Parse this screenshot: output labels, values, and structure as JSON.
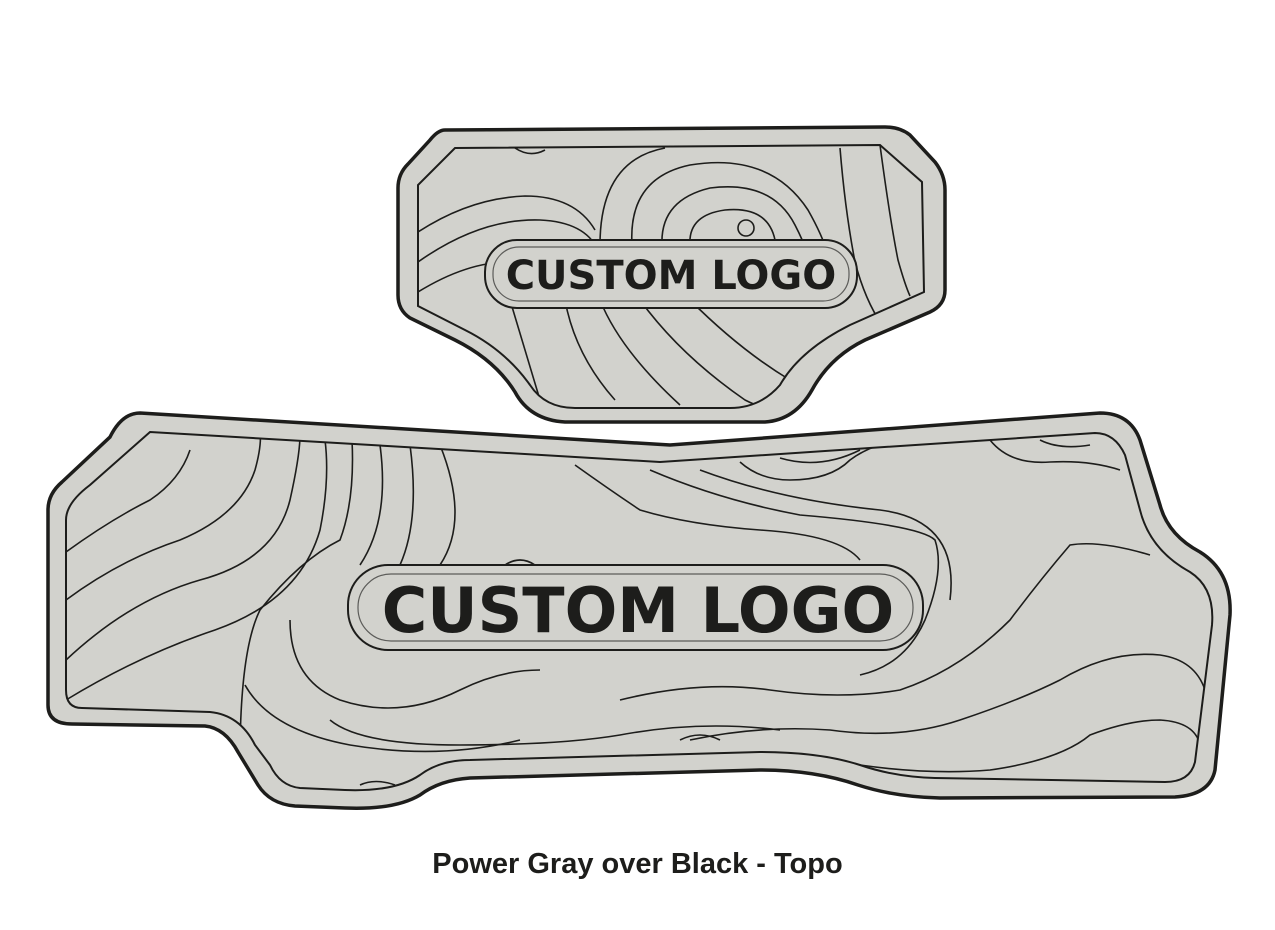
{
  "colors": {
    "pad_fill": "#d2d2cd",
    "outline": "#1d1d1b",
    "background": "#ffffff"
  },
  "upper_pad": {
    "logo_text": "CUSTOM LOGO"
  },
  "lower_pad": {
    "logo_text": "CUSTOM LOGO"
  },
  "caption": "Power Gray over Black - Topo"
}
